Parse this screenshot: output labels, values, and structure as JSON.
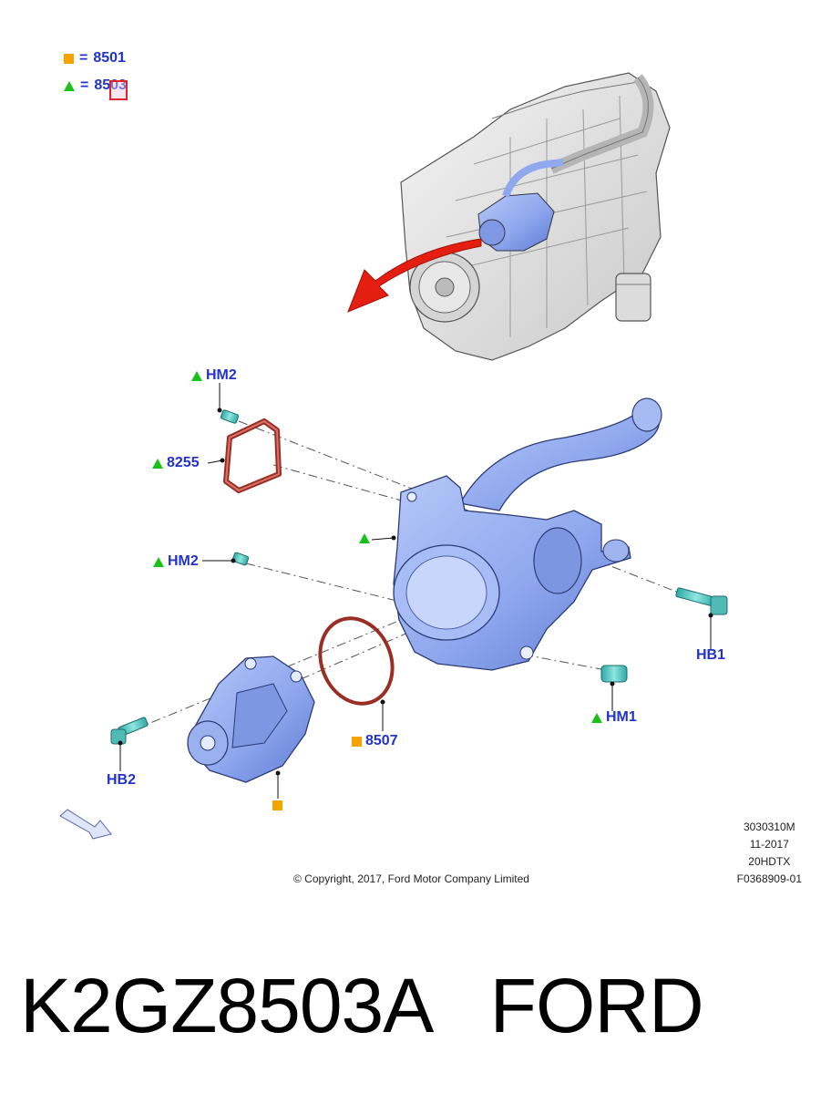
{
  "legend": [
    {
      "symbol": "square",
      "equals": "=",
      "code": "8501"
    },
    {
      "symbol": "triangle",
      "equals": "=",
      "code": "8503"
    }
  ],
  "callouts": {
    "hm2_top": "HM2",
    "gasket_8255": "8255",
    "housing_triangle": "",
    "hm2_mid": "HM2",
    "hb1": "HB1",
    "hm1": "HM1",
    "oring_8507": "8507",
    "hb2": "HB2",
    "pump_square": ""
  },
  "meta": {
    "line1": "3030310M",
    "line2": "11-2017",
    "line3": "20HDTX",
    "line4": "F0368909-01"
  },
  "copyright": "© Copyright, 2017, Ford Motor Company Limited",
  "part_number": "K2GZ8503A",
  "brand": "FORD",
  "colors": {
    "label_blue": "#2233cc",
    "triangle_green": "#19c219",
    "square_orange": "#f5a300",
    "part_blue": "#8fa8ee",
    "gasket_red": "#9a2e24",
    "arrow_red": "#e41f12",
    "bolt_teal": "#58c7c3"
  }
}
